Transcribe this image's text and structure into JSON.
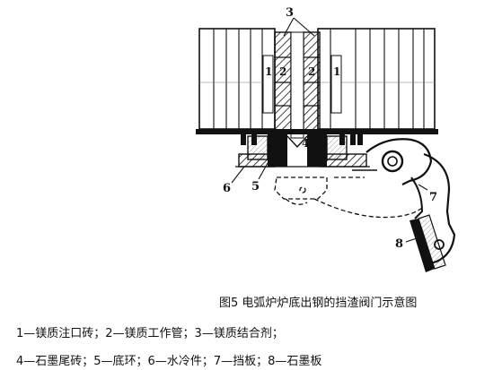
{
  "figure": {
    "caption": "图5 电弧炉炉底出钢的挡渣阀门示意图",
    "legend_lines": [
      "1—镁质注口砖；2—镁质工作管；3—镁质结合剂；",
      "4—石墨尾砖；5—底环；6—水冷件；7—挡板；8—石墨板"
    ],
    "callouts": {
      "n1": "1",
      "n2": "2",
      "n3": "3",
      "n4": "4",
      "n5": "5",
      "n6": "6",
      "n7": "7",
      "n8": "8"
    }
  }
}
